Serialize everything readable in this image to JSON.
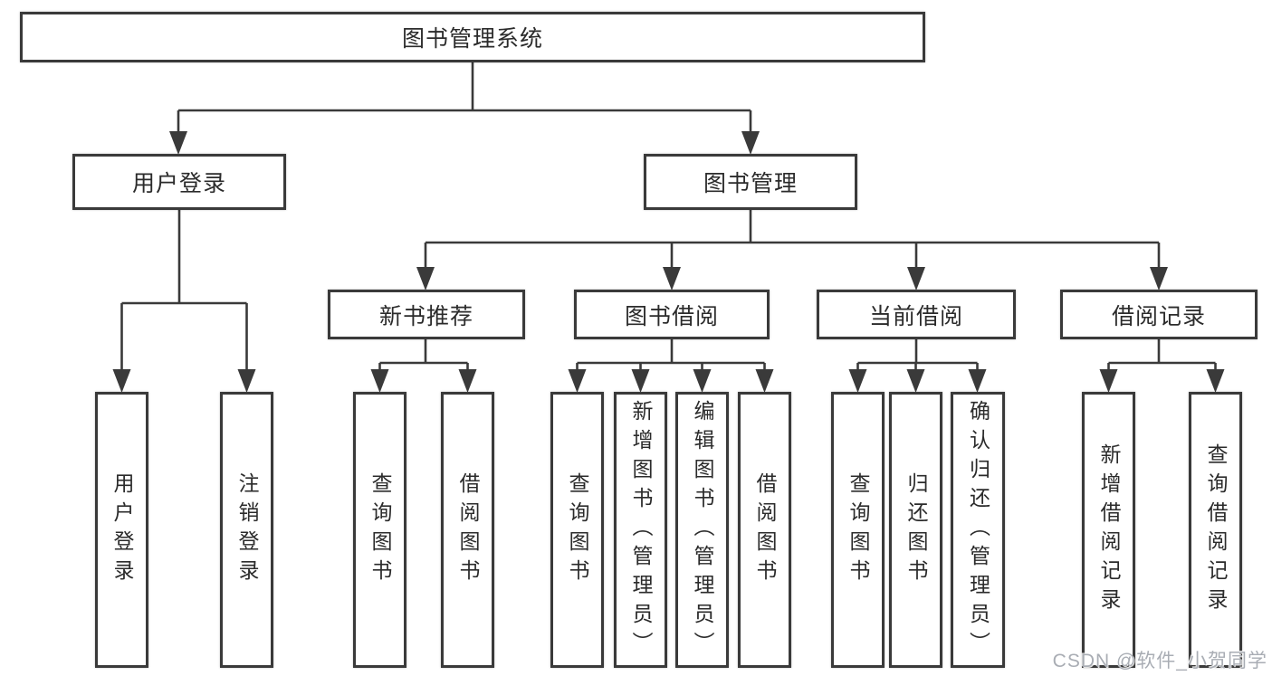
{
  "root_label": "图书管理系统",
  "level2": [
    {
      "label": "用户登录"
    },
    {
      "label": "图书管理"
    }
  ],
  "level3": [
    {
      "label": "新书推荐"
    },
    {
      "label": "图书借阅"
    },
    {
      "label": "当前借阅"
    },
    {
      "label": "借阅记录"
    }
  ],
  "leaves": {
    "user_login": [
      {
        "label": "用户登录"
      },
      {
        "label": "注销登录"
      }
    ],
    "new_book": [
      {
        "label": "查询图书"
      },
      {
        "label": "借阅图书"
      }
    ],
    "borrow": [
      {
        "label": "查询图书"
      },
      {
        "label": "新增图书（管理员）"
      },
      {
        "label": "编辑图书（管理员）"
      },
      {
        "label": "借阅图书"
      }
    ],
    "current": [
      {
        "label": "查询图书"
      },
      {
        "label": "归还图书"
      },
      {
        "label": "确认归还（管理员）"
      }
    ],
    "records": [
      {
        "label": "新增借阅记录"
      },
      {
        "label": "查询借阅记录"
      }
    ]
  },
  "watermark": {
    "text": "CSDN @软件_小贺同学"
  },
  "colors": {
    "line": "#3a3a3a",
    "box_border": "#3a3a3a",
    "text": "#2b2b2b",
    "background": "#ffffff"
  }
}
